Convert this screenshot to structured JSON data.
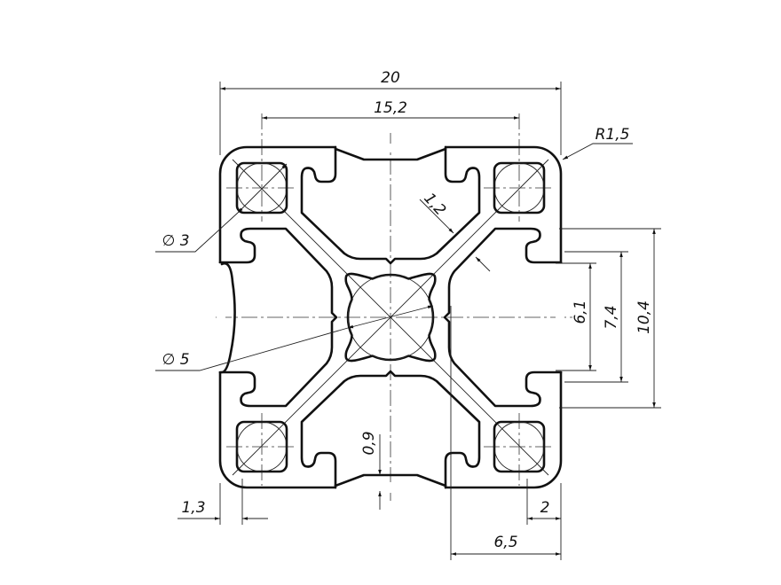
{
  "drawing": {
    "title": "Aluminium profile 20x20 cross-section",
    "dimensions": {
      "overall_width": "20",
      "hole_spacing": "15,2",
      "corner_radius": "R1,5",
      "wall_thickness": "1,2",
      "corner_hole_diameter": "∅ 3",
      "center_hole_diameter": "∅ 5",
      "slot_opening": "6,1",
      "slot_inner": "7,4",
      "slot_width": "10,4",
      "slot_depth_lip": "0,9",
      "lip_thickness": "1,3",
      "slot_lip_offset": "2",
      "slot_depth": "6,5"
    }
  }
}
